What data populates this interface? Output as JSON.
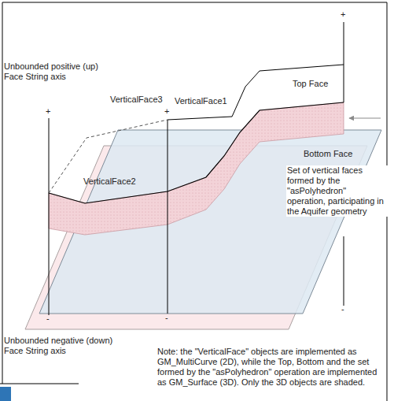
{
  "diagram": {
    "labels": [
      "+",
      "Unbounded positive (up) Face String axis",
      "VerticalFace3",
      "+",
      "VerticalFace1",
      "+",
      "Top Face",
      "VerticalFace2",
      "Bottom Face",
      "Set of vertical faces formed by the \"asPolyhedron\" operation, participating in the Aquifer geometry",
      "-",
      "-",
      "-",
      "Unbounded negative (down) Face String axis",
      "Note: the \"VerticalFace\" objects are implemented as GM_MultiCurve (2D), while the Top, Bottom and the set formed by the \"asPolyhedron\" operation are implemented as GM_Surface (3D). Only the 3D objects are shaded."
    ]
  }
}
